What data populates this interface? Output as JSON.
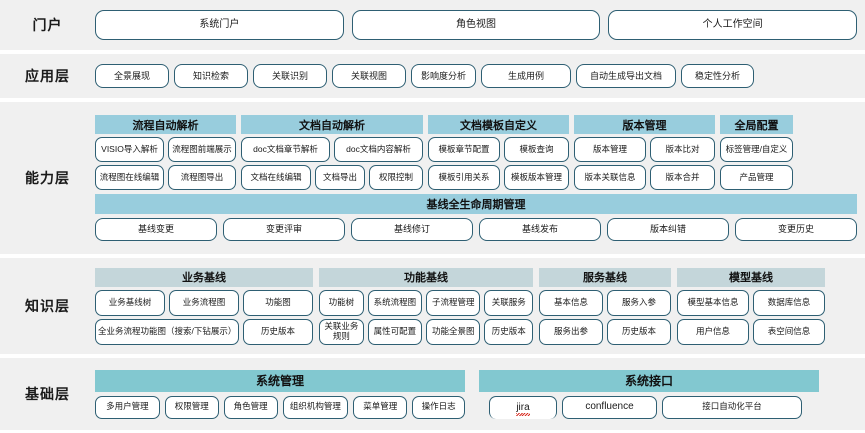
{
  "colors": {
    "row_bg": "#f0f0f0",
    "pill_border": "#2e5f73",
    "header_blue": "#98cddd",
    "header_gray": "#c4d6da",
    "header_teal": "#82c8d0",
    "text": "#1a1a1a",
    "spellcheck_red": "#d93025"
  },
  "layers": [
    {
      "label": "门户",
      "items": [
        "系统门户",
        "角色视图",
        "个人工作空间"
      ]
    },
    {
      "label": "应用层",
      "items": [
        "全景展现",
        "知识检索",
        "关联识别",
        "关联视图",
        "影响度分析",
        "生成用例",
        "自动生成导出文档",
        "稳定性分析"
      ]
    },
    {
      "label": "能力层",
      "groups": [
        {
          "title": "流程自动解析",
          "row1": [
            "VISIO导入解析",
            "流程图前端展示"
          ],
          "row2": [
            "流程图在线编辑",
            "流程图导出"
          ]
        },
        {
          "title": "文档自动解析",
          "row1": [
            "doc文档章节解析",
            "doc文档内容解析"
          ],
          "row2": [
            "文档在线编辑",
            "文档导出",
            "权限控制"
          ]
        },
        {
          "title": "文档模板自定义",
          "row1": [
            "模板章节配置",
            "模板查询"
          ],
          "row2": [
            "模板引用关系",
            "模板版本管理"
          ]
        },
        {
          "title": "版本管理",
          "row1": [
            "版本管理",
            "版本比对"
          ],
          "row2": [
            "版本关联信息",
            "版本合并"
          ]
        },
        {
          "title": "全局配置",
          "row1": [
            "标签管理/自定义"
          ],
          "row2": [
            "产品管理"
          ]
        }
      ],
      "lifecycle": {
        "title": "基线全生命周期管理",
        "items": [
          "基线变更",
          "变更评审",
          "基线修订",
          "基线发布",
          "版本纠错",
          "变更历史"
        ]
      }
    },
    {
      "label": "知识层",
      "groups": [
        {
          "title": "业务基线",
          "row1": [
            "业务基线树",
            "业务流程图",
            "功能图"
          ],
          "row2": [
            "全业务流程功能图（搜索/下钻展示）",
            "历史版本"
          ]
        },
        {
          "title": "功能基线",
          "row1": [
            "功能树",
            "系统流程图",
            "子流程管理",
            "关联服务"
          ],
          "row2": [
            "关联业务规则",
            "属性可配置",
            "功能全景图",
            "历史版本"
          ]
        },
        {
          "title": "服务基线",
          "row1": [
            "基本信息",
            "服务入参"
          ],
          "row2": [
            "服务出参",
            "历史版本"
          ]
        },
        {
          "title": "模型基线",
          "row1": [
            "模型基本信息",
            "数据库信息"
          ],
          "row2": [
            "用户信息",
            "表空间信息"
          ]
        }
      ]
    },
    {
      "label": "基础层",
      "groups": [
        {
          "title": "系统管理",
          "row1": [
            "多用户管理",
            "权限管理",
            "角色管理",
            "组织机构管理",
            "菜单管理",
            "操作日志"
          ]
        },
        {
          "title": "系统接口",
          "row1": [
            "jira",
            "confluence",
            "接口自动化平台"
          ]
        }
      ]
    }
  ]
}
